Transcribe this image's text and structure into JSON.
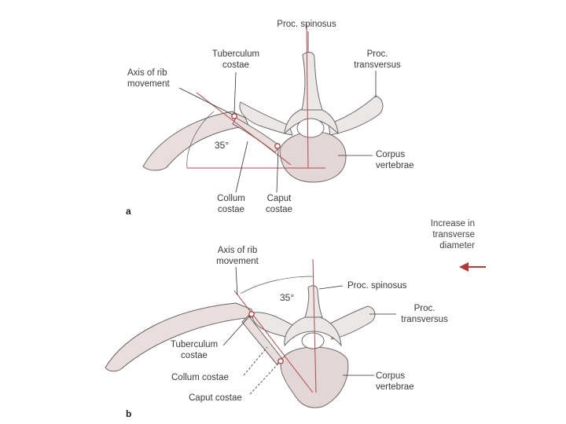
{
  "panel_a": {
    "letter": "a",
    "angle": "35°",
    "labels": {
      "proc_spinosus": "Proc. spinosus",
      "proc_transversus_1": "Proc.",
      "proc_transversus_2": "transversus",
      "tuberculum_1": "Tuberculum",
      "tuberculum_2": "costae",
      "axis_1": "Axis of rib",
      "axis_2": "movement",
      "corpus_1": "Corpus",
      "corpus_2": "vertebrae",
      "collum_1": "Collum",
      "collum_2": "costae",
      "caput_1": "Caput",
      "caput_2": "costae"
    }
  },
  "panel_b": {
    "letter": "b",
    "angle": "35°",
    "labels": {
      "axis_1": "Axis of rib",
      "axis_2": "movement",
      "proc_spinosus": "Proc. spinosus",
      "proc_transversus_1": "Proc.",
      "proc_transversus_2": "transversus",
      "tuberculum_1": "Tuberculum",
      "tuberculum_2": "costae",
      "collum": "Collum costae",
      "caput": "Caput costae",
      "corpus_1": "Corpus",
      "corpus_2": "vertebrae"
    }
  },
  "increase_note": {
    "line_1": "Increase in",
    "line_2": "transverse",
    "line_3": "diameter"
  },
  "colors": {
    "accent_red": "#b23a3a",
    "bone_fill": "#ece7e7",
    "text": "#3a3a3a"
  }
}
